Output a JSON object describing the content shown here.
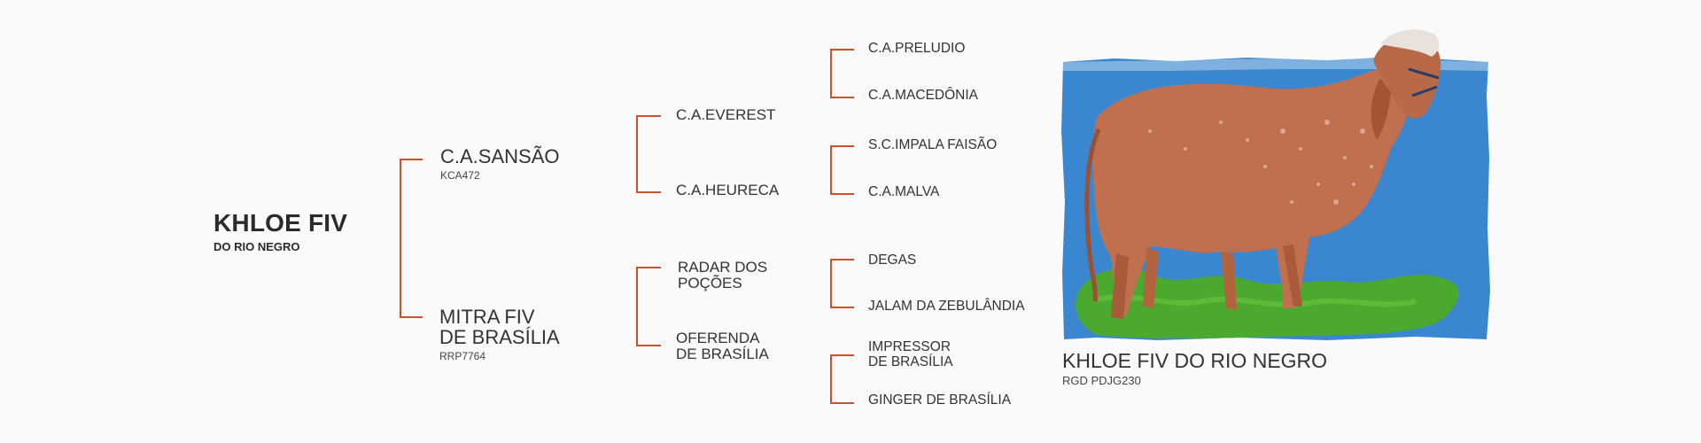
{
  "subject": {
    "name": "KHLOE FIV",
    "subtitle": "DO RIO NEGRO"
  },
  "sire": {
    "name": "C.A.SANSÃO",
    "registration": "KCA472"
  },
  "dam": {
    "name_line1": "MITRA FIV",
    "name_line2": "DE BRASÍLIA",
    "registration": "RRP7764"
  },
  "grandparents": {
    "paternal_grandsire": "C.A.EVEREST",
    "paternal_granddam": "C.A.HEURECA",
    "maternal_grandsire_line1": "RADAR DOS",
    "maternal_grandsire_line2": "POÇÕES",
    "maternal_granddam_line1": "OFERENDA",
    "maternal_granddam_line2": "DE BRASÍLIA"
  },
  "great_grandparents": {
    "ggp1": "C.A.PRELUDIO",
    "ggp2": "C.A.MACEDÔNIA",
    "ggp3": "S.C.IMPALA FAISÃO",
    "ggp4": "C.A.MALVA",
    "ggp5": "DEGAS",
    "ggp6": "JALAM DA ZEBULÂNDIA",
    "ggp7_line1": "IMPRESSOR",
    "ggp7_line2": "DE BRASÍLIA",
    "ggp8": "GINGER DE BRASÍLIA"
  },
  "photo": {
    "caption_name": "KHLOE FIV DO RIO NEGRO",
    "caption_registration": "RGD PDJG230",
    "description_icon": "cow-photo-icon"
  },
  "colors": {
    "bracket": "#d0502a",
    "text": "#2b2b2b",
    "background": "#fafafa",
    "photo_bg": "#3b87cf",
    "grass": "#4aa92e",
    "cow": "#c0704e"
  }
}
